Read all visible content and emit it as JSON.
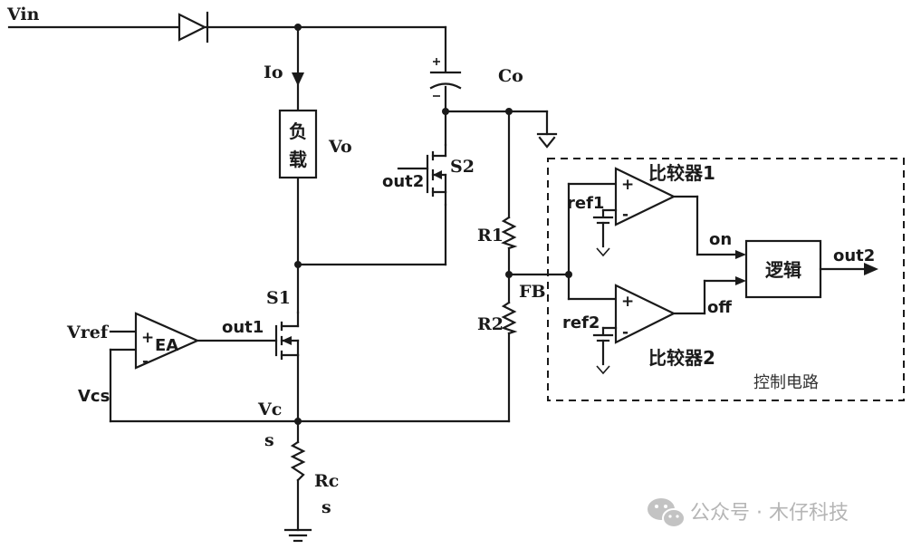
{
  "labels": {
    "vin": "Vin",
    "io": "Io",
    "co": "Co",
    "load_line1": "负",
    "load_line2": "载",
    "vo": "Vo",
    "s2": "S2",
    "out2_gate": "out2",
    "r1": "R1",
    "r2": "R2",
    "fb": "FB",
    "s1": "S1",
    "vref": "Vref",
    "ea": "EA",
    "out1": "out1",
    "vcs": "Vcs",
    "vc": "Vc",
    "vc_s": "s",
    "rc": "Rc",
    "rc_s": "s",
    "ref1": "ref1",
    "ref2": "ref2",
    "comp1": "比较器1",
    "comp2": "比较器2",
    "on": "on",
    "off": "off",
    "logic": "逻辑",
    "out2_logic": "out2",
    "control": "控制电路",
    "plus": "+",
    "minus": "-"
  },
  "watermark": {
    "icon": "wechat-icon",
    "text": "公众号 · 木仔科技"
  },
  "colors": {
    "line": "#1a1a1a",
    "watermark": "#b5b5b5"
  }
}
